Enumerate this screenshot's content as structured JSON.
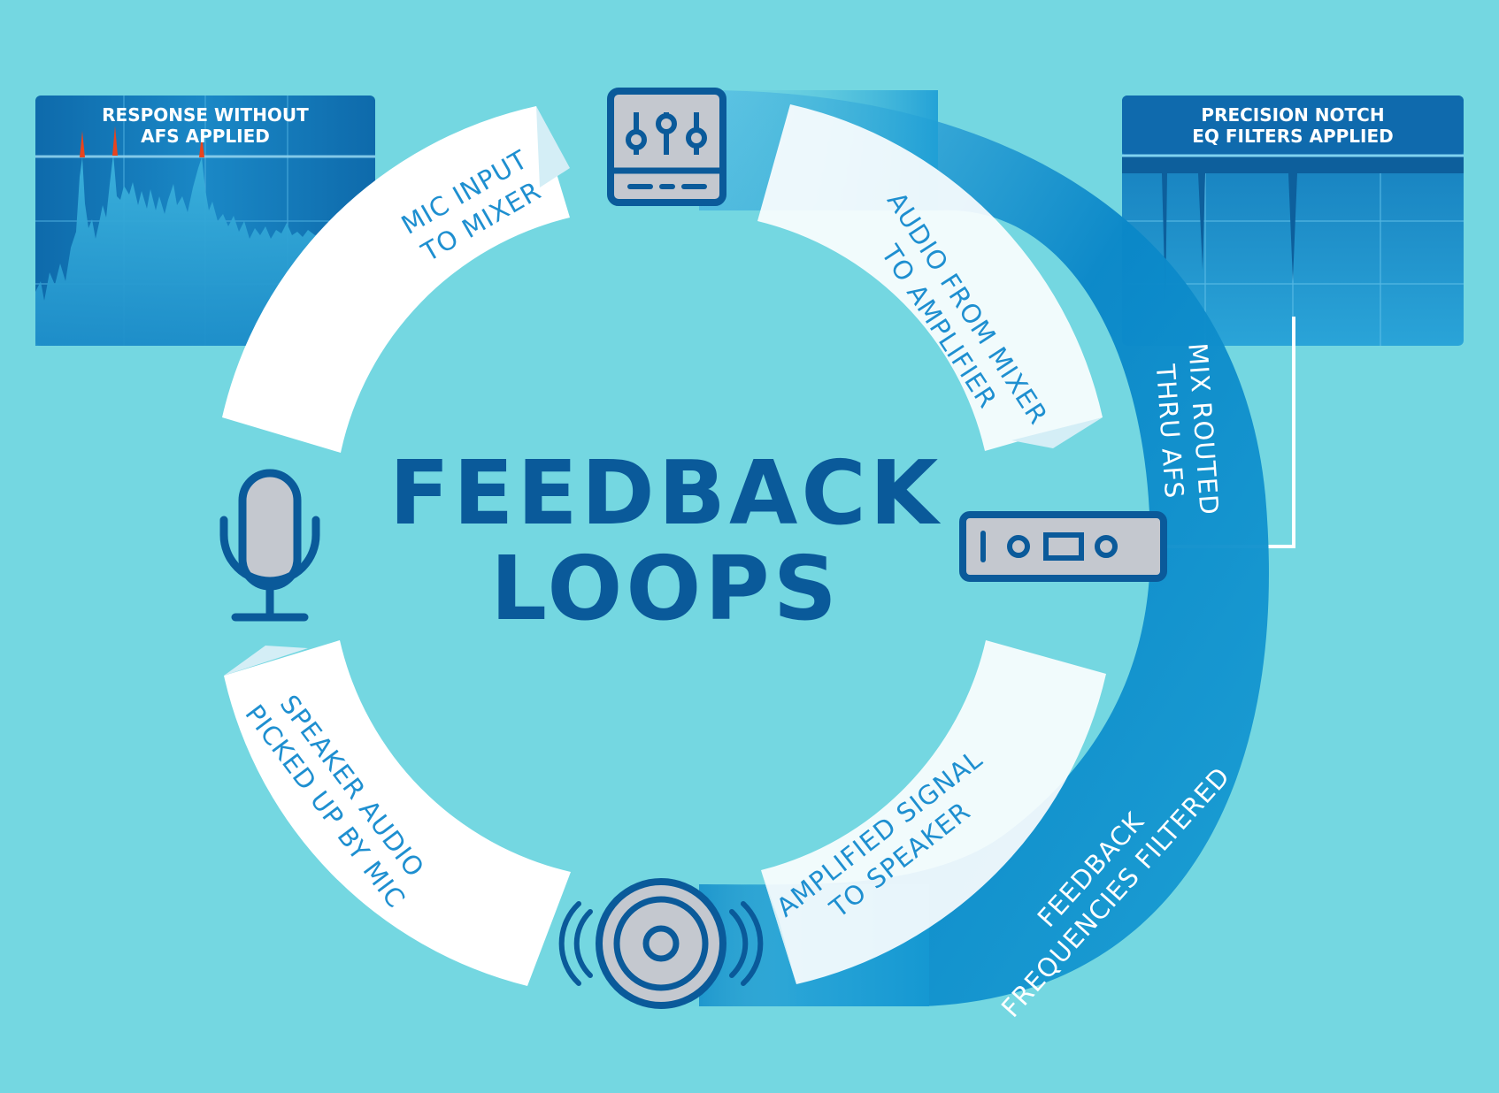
{
  "title": {
    "line1": "FEEDBACK",
    "line2": "LOOPS"
  },
  "panels": {
    "without": {
      "title_line1": "RESPONSE WITHOUT",
      "title_line2": "AFS APPLIED"
    },
    "with": {
      "title_line1": "PRECISION NOTCH",
      "title_line2": "EQ FILTERS APPLIED"
    }
  },
  "arc_labels": {
    "mic_to_mixer": [
      "MIC INPUT",
      "TO MIXER"
    ],
    "mixer_to_amp": [
      "AUDIO FROM MIXER",
      "TO AMPLIFIER"
    ],
    "amp_to_speaker": [
      "AMPLIFIED SIGNAL",
      "TO SPEAKER"
    ],
    "speaker_to_mic": [
      "SPEAKER AUDIO",
      "PICKED UP BY MIC"
    ]
  },
  "route_labels": {
    "mix_routed": [
      "MIX ROUTED",
      "THRU AFS"
    ],
    "filtered": [
      "FEEDBACK",
      "FREQUENCIES FILTERED"
    ]
  },
  "icons": [
    "microphone-icon",
    "mixer-icon",
    "afs-processor-icon",
    "speaker-icon"
  ],
  "colors": {
    "background": "#74d7e1",
    "dark_blue": "#0a5a9a",
    "label_blue": "#1e8fd0",
    "route_blue": "#0a87c8",
    "feedback_peak": "#e8441e",
    "icon_fill": "#c4c8cf"
  }
}
